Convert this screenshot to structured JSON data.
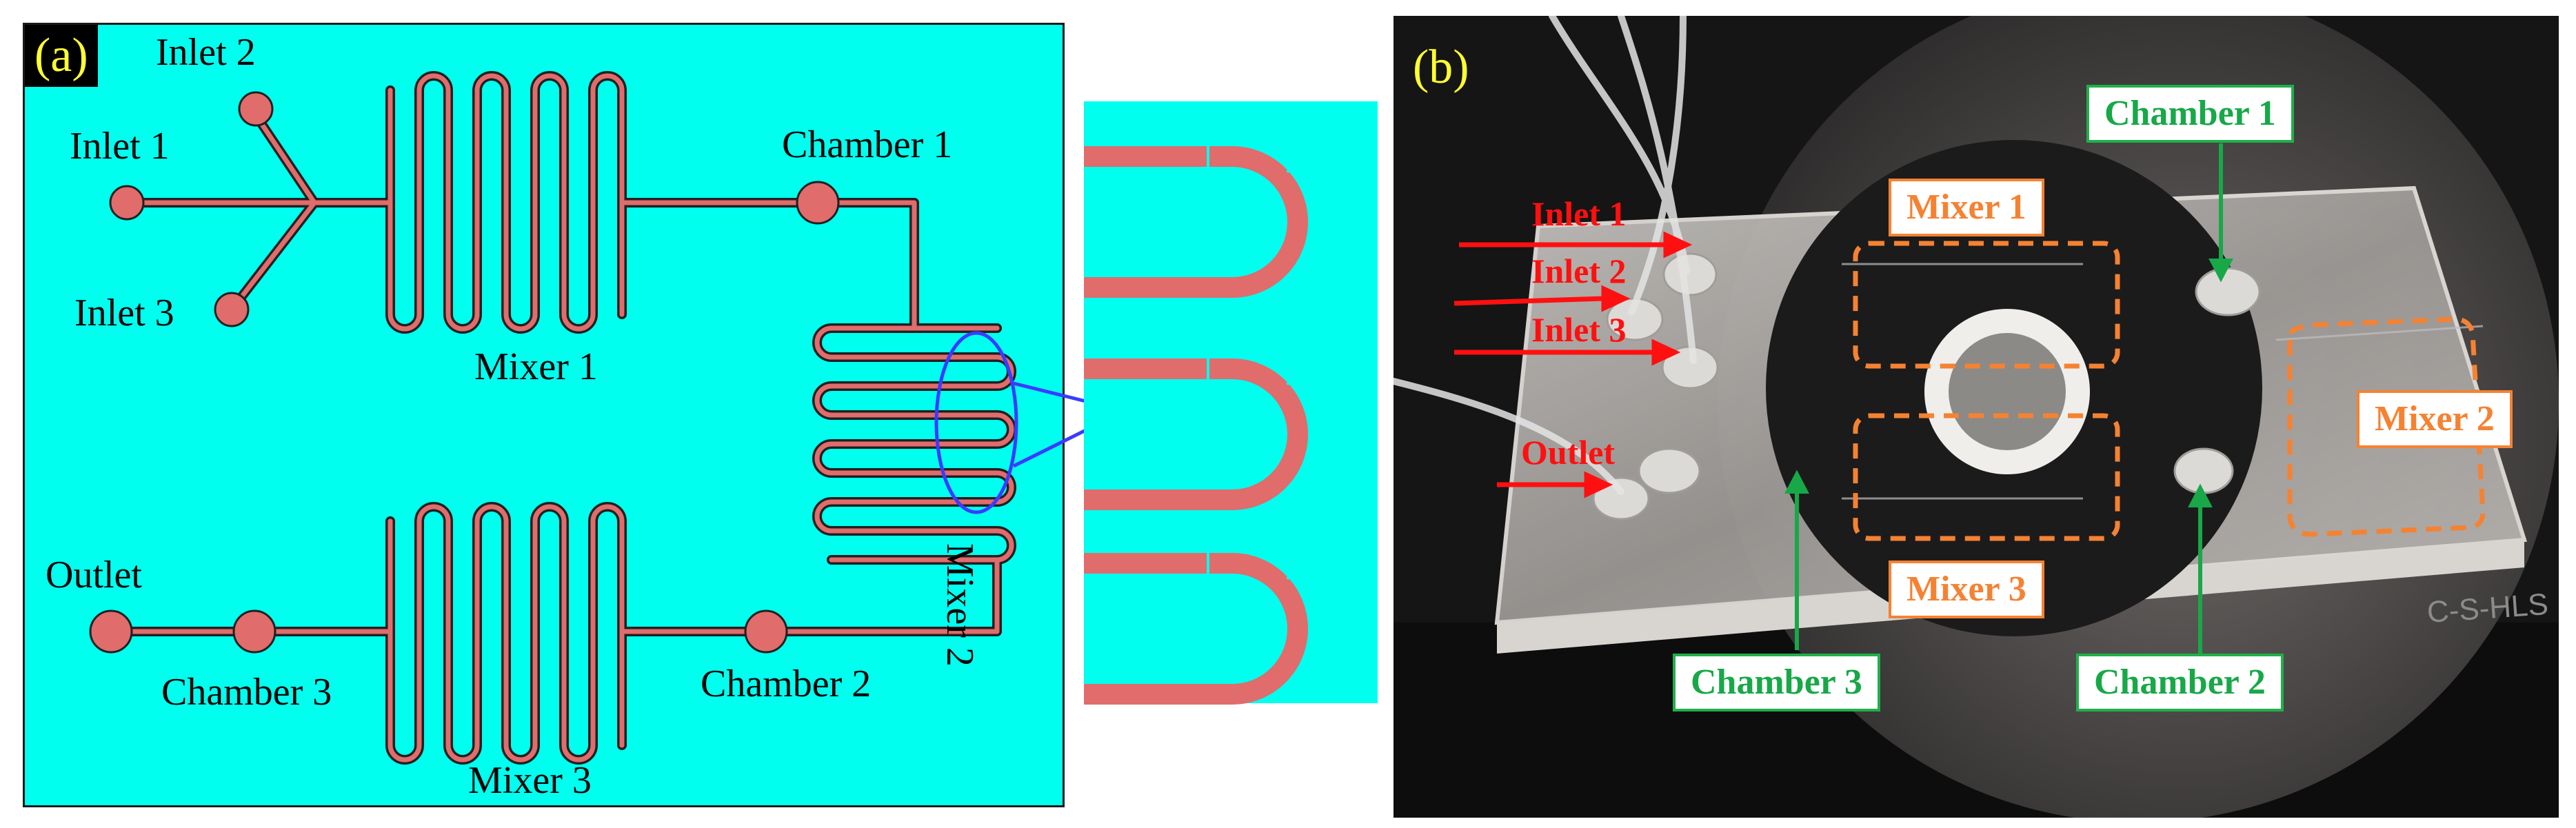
{
  "panel_a": {
    "tag": "(a)",
    "labels": {
      "inlet1": "Inlet 1",
      "inlet2": "Inlet 2",
      "inlet3": "Inlet 3",
      "mixer1": "Mixer 1",
      "mixer2": "Mixer 2",
      "mixer3": "Mixer 3",
      "chamber1": "Chamber 1",
      "chamber2": "Chamber 2",
      "chamber3": "Chamber 3",
      "outlet": "Outlet"
    }
  },
  "panel_b": {
    "tag": "(b)",
    "labels": {
      "inlet1": "Inlet 1",
      "inlet2": "Inlet 2",
      "inlet3": "Inlet 3",
      "outlet": "Outlet",
      "mixer1": "Mixer 1",
      "mixer2": "Mixer 2",
      "mixer3": "Mixer 3",
      "chamber1": "Chamber 1",
      "chamber2": "Chamber 2",
      "chamber3": "Chamber 3",
      "stage_text": "C-S-HLS"
    }
  },
  "colors": {
    "background": "#00ffef",
    "channel": "#e06c6c",
    "green_label": "#18a848",
    "orange_label": "#f58232",
    "red_label": "#ff1010",
    "highlight": "#3b3bff"
  }
}
